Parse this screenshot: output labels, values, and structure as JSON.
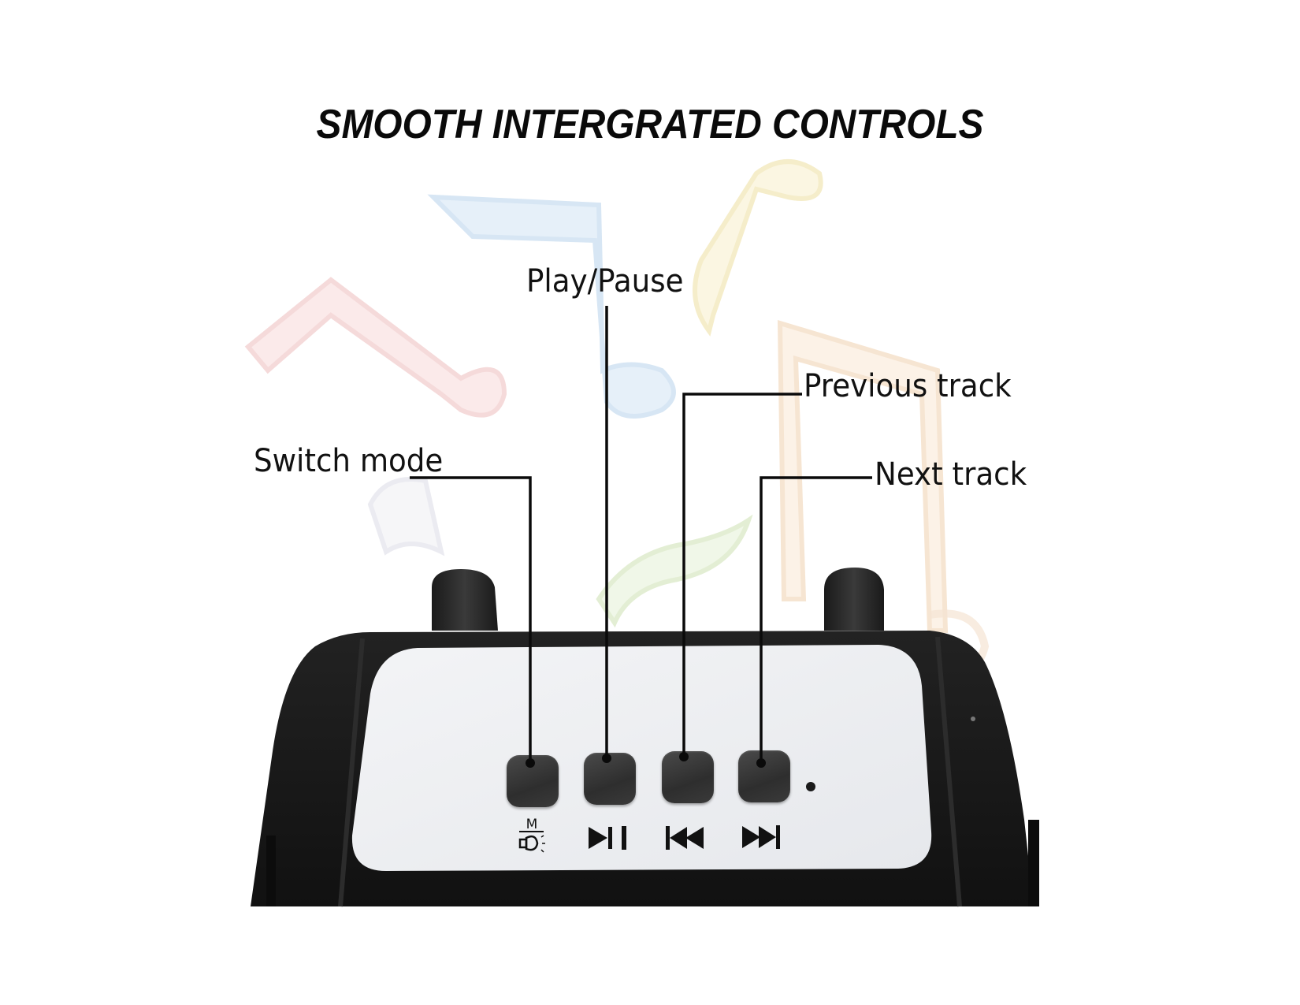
{
  "title": "SMOOTH INTERGRATED CONTROLS",
  "callouts": [
    {
      "id": "switch-mode",
      "label": "Switch mode"
    },
    {
      "id": "play-pause",
      "label": "Play/Pause"
    },
    {
      "id": "previous-track",
      "label": "Previous track"
    },
    {
      "id": "next-track",
      "label": "Next track"
    }
  ],
  "buttons": [
    {
      "name": "mode",
      "icon": "mode-light-icon",
      "icon_text": "M"
    },
    {
      "name": "play-pause",
      "icon": "play-pause-icon"
    },
    {
      "name": "previous",
      "icon": "previous-track-icon"
    },
    {
      "name": "next",
      "icon": "next-track-icon"
    }
  ],
  "colors": {
    "device_body": "#161616",
    "panel": "#eef0f3",
    "button": "#3a3a3a",
    "note_blue": "#cfe3f7",
    "note_red": "#f6d6d6",
    "note_yellow": "#f7efc8",
    "note_orange": "#f8e3cf",
    "note_green": "#dfeecb"
  }
}
